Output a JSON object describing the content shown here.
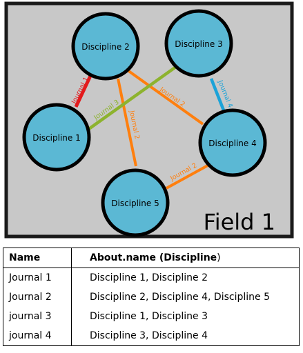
{
  "field": {
    "label": "Field 1",
    "background": "#c8c8c8",
    "border": "#1a1a1a"
  },
  "disciplines": [
    {
      "id": "d1",
      "label": "Discipline 1"
    },
    {
      "id": "d2",
      "label": "Discipline 2"
    },
    {
      "id": "d3",
      "label": "Discipline 3"
    },
    {
      "id": "d4",
      "label": "Discipline 4"
    },
    {
      "id": "d5",
      "label": "Discipline 5"
    }
  ],
  "node_color": "#5bb8d4",
  "journals": [
    {
      "id": "j1",
      "label": "Journal 1",
      "color": "#e31a1c",
      "links": [
        [
          "d1",
          "d2"
        ]
      ]
    },
    {
      "id": "j2",
      "label": "Journal 2",
      "color": "#ff7f0e",
      "links": [
        [
          "d2",
          "d4"
        ],
        [
          "d2",
          "d5"
        ],
        [
          "d4",
          "d5"
        ]
      ]
    },
    {
      "id": "j3",
      "label": "Journal 3",
      "color": "#8db32e",
      "links": [
        [
          "d1",
          "d3"
        ]
      ]
    },
    {
      "id": "j4",
      "label": "Journal 4",
      "color": "#1ca3d8",
      "links": [
        [
          "d3",
          "d4"
        ]
      ]
    }
  ],
  "table": {
    "headers": {
      "name": "Name",
      "about_bold": "About.name (Discipline",
      "about_close": ")"
    },
    "rows": [
      {
        "name": "Journal 1",
        "about": "Discipline 1, Discipline 2"
      },
      {
        "name": "Journal 2",
        "about": "Discipline 2, Discipline 4, Discipline 5"
      },
      {
        "name": "journal 3",
        "about": "Discipline 1, Discipline 3"
      },
      {
        "name": "journal 4",
        "about": "Discipline 3, Discipline 4"
      }
    ]
  }
}
